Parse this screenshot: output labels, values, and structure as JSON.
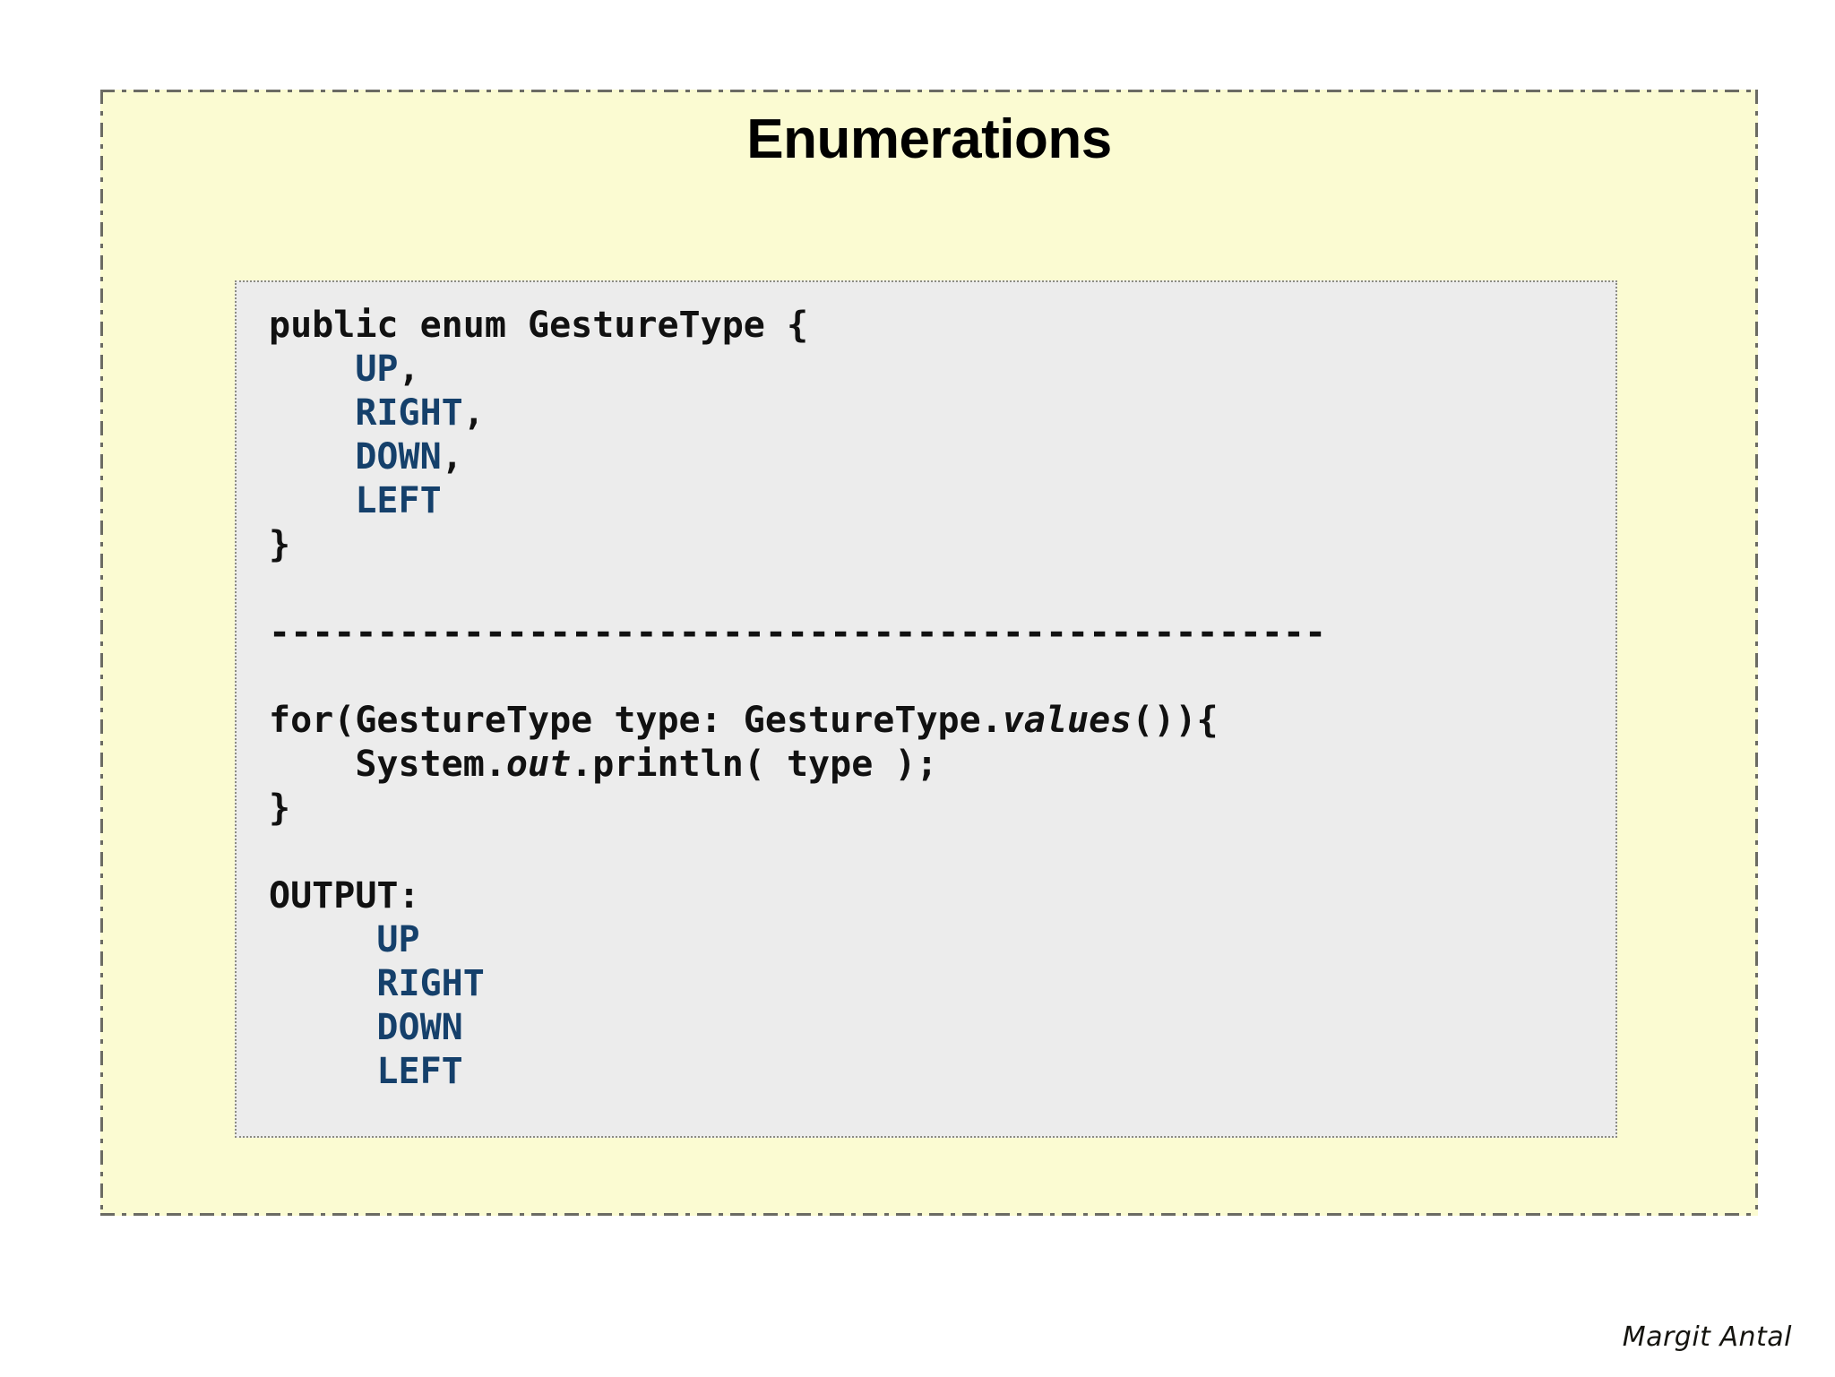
{
  "slide": {
    "title": "Enumerations",
    "background_color": "#fbfbd2",
    "border_color": "#6b6b63",
    "page_background": "#ffffff"
  },
  "code_block": {
    "background_color": "#ececec",
    "border_color": "#8c8c84",
    "text_color": "#111111",
    "enum_color": "#15406b",
    "language": "java",
    "lines": [
      {
        "id": "line-1",
        "segments": [
          {
            "text": "public enum GestureType {",
            "style": "plain"
          }
        ]
      },
      {
        "id": "line-2",
        "segments": [
          {
            "text": "    ",
            "style": "plain"
          },
          {
            "text": "UP",
            "style": "enum"
          },
          {
            "text": ",",
            "style": "plain"
          }
        ]
      },
      {
        "id": "line-3",
        "segments": [
          {
            "text": "    ",
            "style": "plain"
          },
          {
            "text": "RIGHT",
            "style": "enum"
          },
          {
            "text": ",",
            "style": "plain"
          }
        ]
      },
      {
        "id": "line-4",
        "segments": [
          {
            "text": "    ",
            "style": "plain"
          },
          {
            "text": "DOWN",
            "style": "enum"
          },
          {
            "text": ",",
            "style": "plain"
          }
        ]
      },
      {
        "id": "line-5",
        "segments": [
          {
            "text": "    ",
            "style": "plain"
          },
          {
            "text": "LEFT",
            "style": "enum"
          }
        ]
      },
      {
        "id": "line-6",
        "segments": [
          {
            "text": "}",
            "style": "plain"
          }
        ]
      },
      {
        "id": "line-7",
        "segments": [
          {
            "text": "",
            "style": "plain"
          }
        ]
      },
      {
        "id": "line-8",
        "segments": [
          {
            "text": "-------------------------------------------------",
            "style": "plain"
          }
        ]
      },
      {
        "id": "line-9",
        "segments": [
          {
            "text": "",
            "style": "plain"
          }
        ]
      },
      {
        "id": "line-10",
        "segments": [
          {
            "text": "for(GestureType type: GestureType.",
            "style": "plain"
          },
          {
            "text": "values",
            "style": "em"
          },
          {
            "text": "()){",
            "style": "plain"
          }
        ]
      },
      {
        "id": "line-11",
        "segments": [
          {
            "text": "    System.",
            "style": "plain"
          },
          {
            "text": "out",
            "style": "em"
          },
          {
            "text": ".println( type );",
            "style": "plain"
          }
        ]
      },
      {
        "id": "line-12",
        "segments": [
          {
            "text": "}",
            "style": "plain"
          }
        ]
      },
      {
        "id": "line-13",
        "segments": [
          {
            "text": "",
            "style": "plain"
          }
        ]
      },
      {
        "id": "line-14",
        "segments": [
          {
            "text": "OUTPUT:",
            "style": "plain"
          }
        ]
      },
      {
        "id": "line-15",
        "segments": [
          {
            "text": "     ",
            "style": "plain"
          },
          {
            "text": "UP",
            "style": "enum"
          }
        ]
      },
      {
        "id": "line-16",
        "segments": [
          {
            "text": "     ",
            "style": "plain"
          },
          {
            "text": "RIGHT",
            "style": "enum"
          }
        ]
      },
      {
        "id": "line-17",
        "segments": [
          {
            "text": "     ",
            "style": "plain"
          },
          {
            "text": "DOWN",
            "style": "enum"
          }
        ]
      },
      {
        "id": "line-18",
        "segments": [
          {
            "text": "     ",
            "style": "plain"
          },
          {
            "text": "LEFT",
            "style": "enum"
          }
        ]
      }
    ]
  },
  "footer": {
    "signature": "Margit Antal"
  }
}
